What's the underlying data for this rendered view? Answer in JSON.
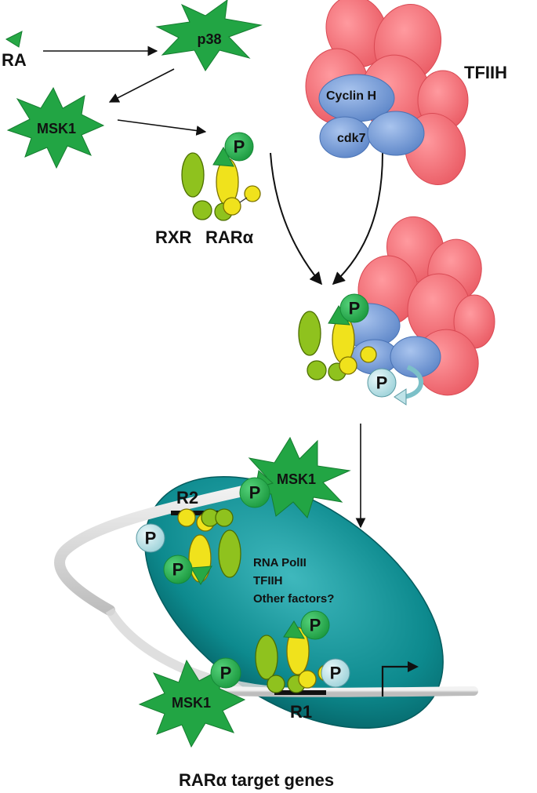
{
  "labels": {
    "ra": "RA",
    "p38": "p38",
    "msk1": "MSK1",
    "tfiih": "TFIIH",
    "cyclin_h": "Cyclin H",
    "cdk7": "cdk7",
    "rxr": "RXR",
    "rar_alpha": "RARα",
    "phospho": "P",
    "r2": "R2",
    "r1": "R1",
    "complex_line1": "RNA PolII",
    "complex_line2": "TFIIH",
    "complex_line3": "Other factors?",
    "target_genes": "RARα target genes"
  },
  "colors": {
    "tfiih": "#f0666e",
    "cyclin_cdk": "#6f9ad6",
    "kinase_star": "#22a544",
    "phospho_green": "#2fb04f",
    "phospho_light": "#bfe3e8",
    "rxr": "#8fc21e",
    "rar": "#f0e21c",
    "nucleosome": "#0f8f8f",
    "dna": "#d9d9d9"
  }
}
